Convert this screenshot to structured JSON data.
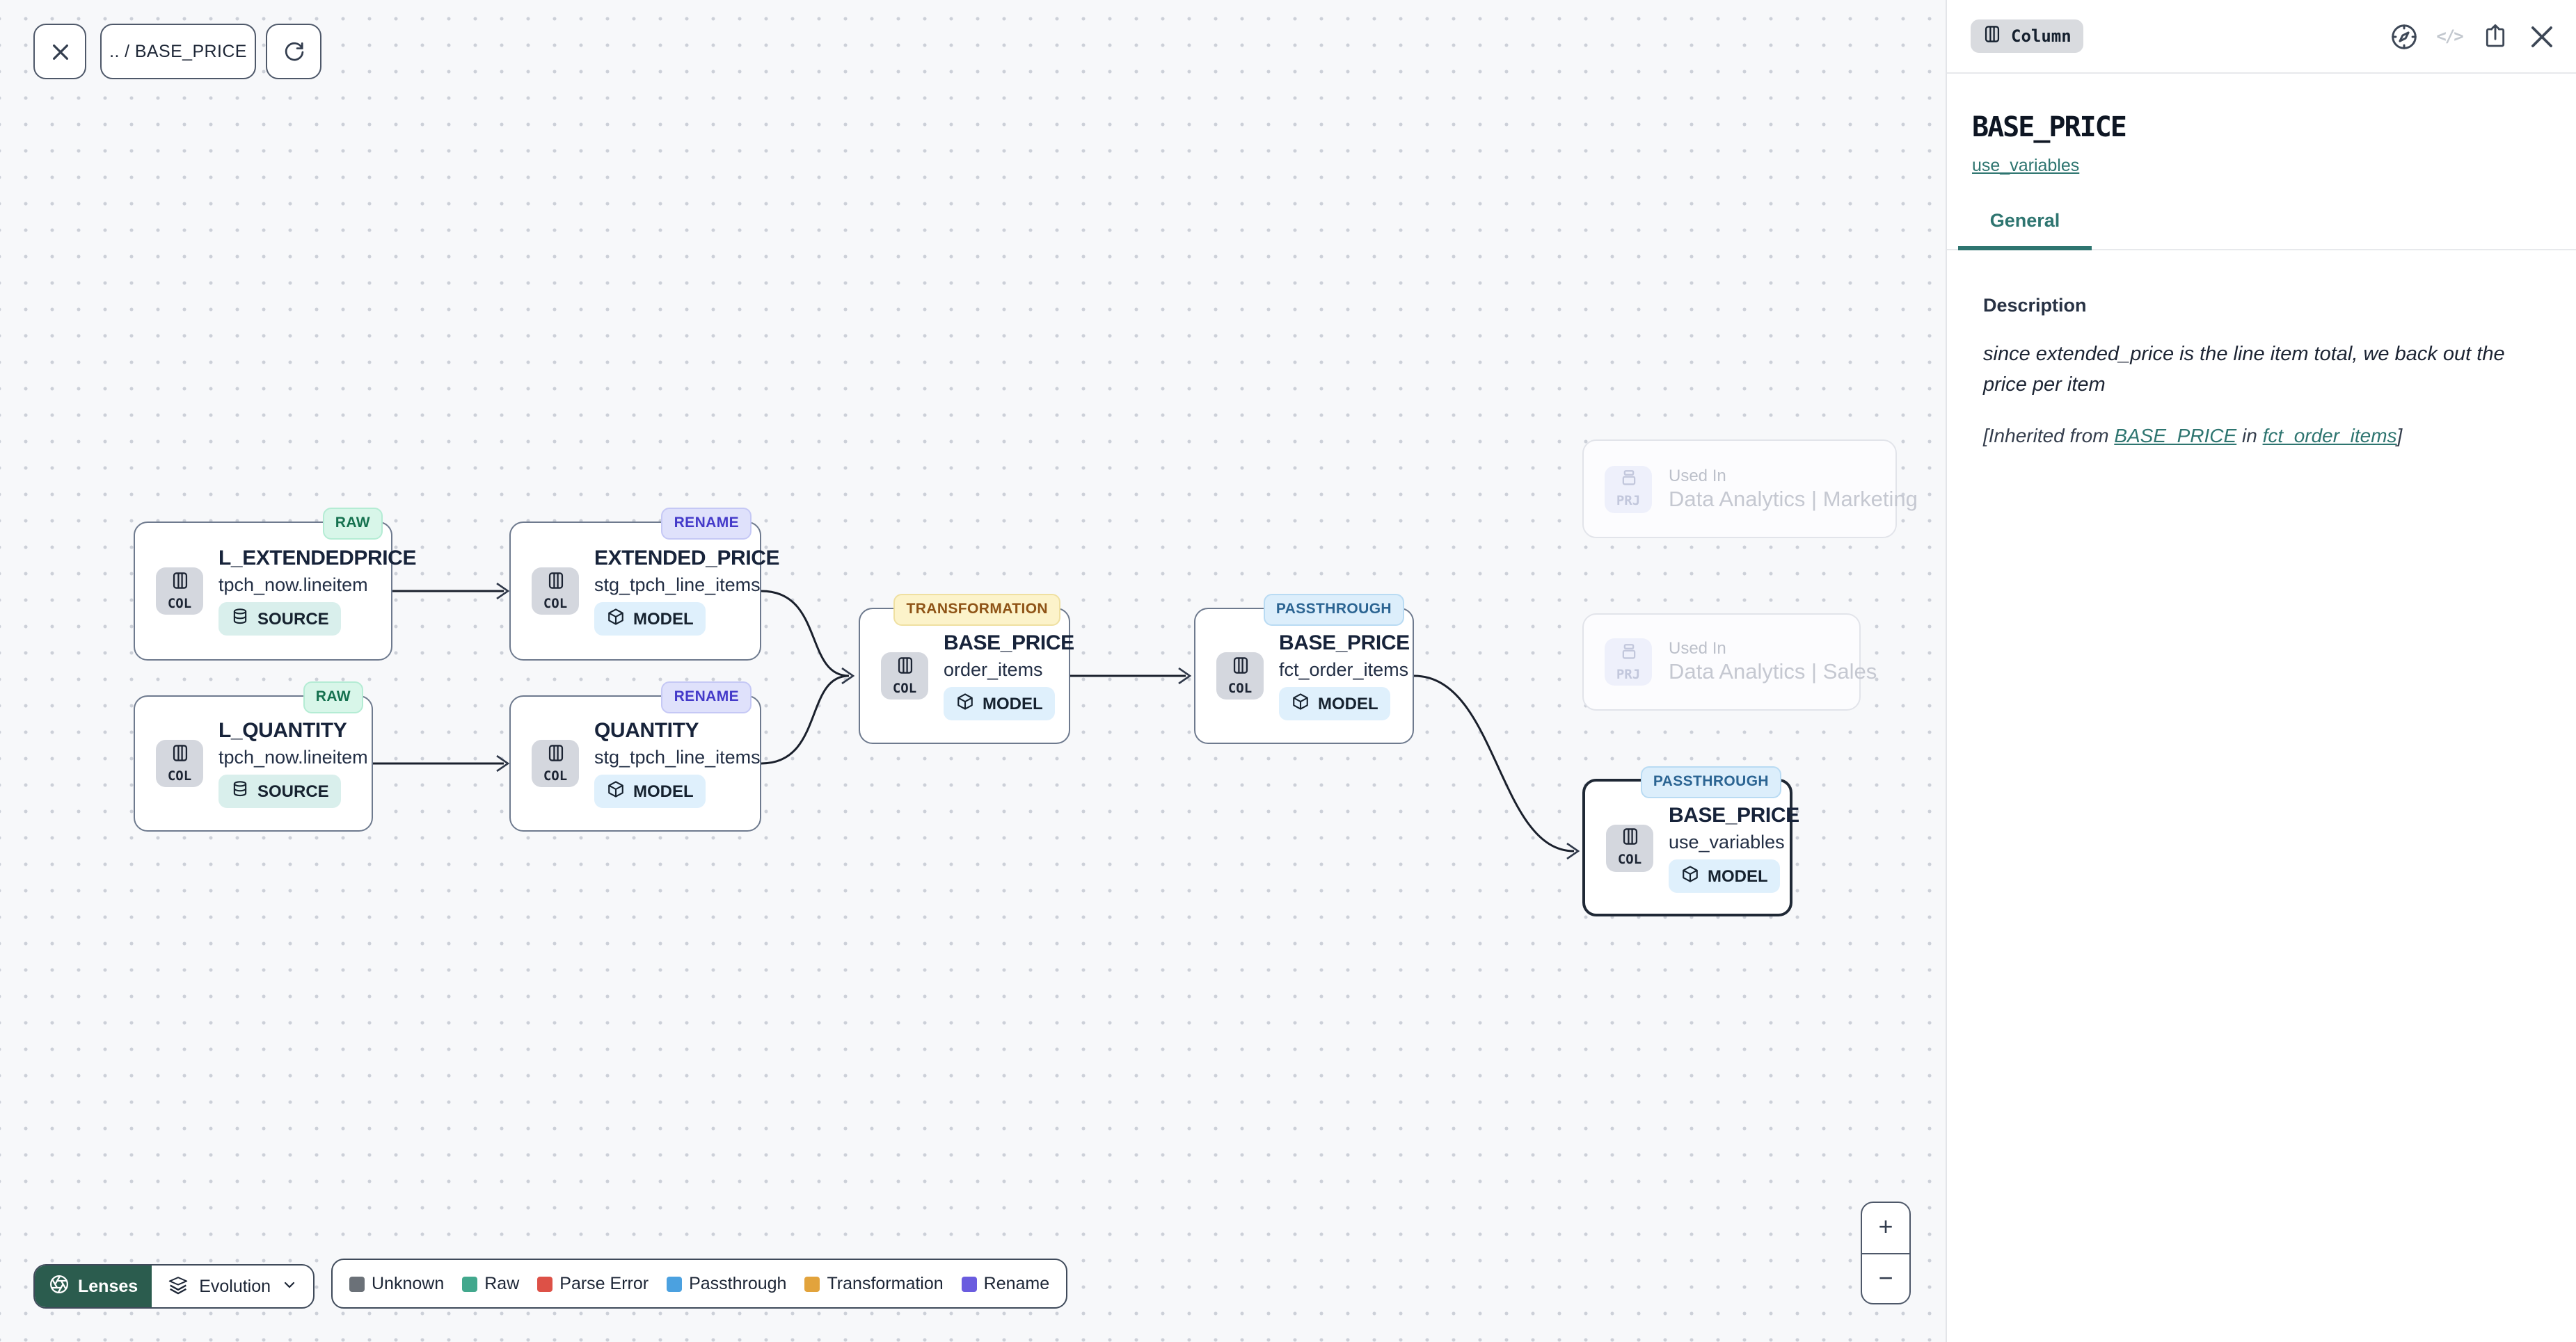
{
  "toolbar": {
    "breadcrumb": ".. / BASE_PRICE"
  },
  "canvas": {
    "col_label": "COL",
    "prj_label": "PRJ",
    "nodes": [
      {
        "badge": "RAW",
        "title": "L_EXTENDEDPRICE",
        "subtitle": "tpch_now.lineitem",
        "kind": "SOURCE"
      },
      {
        "badge": "RAW",
        "title": "L_QUANTITY",
        "subtitle": "tpch_now.lineitem",
        "kind": "SOURCE"
      },
      {
        "badge": "RENAME",
        "title": "EXTENDED_PRICE",
        "subtitle": "stg_tpch_line_items",
        "kind": "MODEL"
      },
      {
        "badge": "RENAME",
        "title": "QUANTITY",
        "subtitle": "stg_tpch_line_items",
        "kind": "MODEL"
      },
      {
        "badge": "TRANSFORMATION",
        "title": "BASE_PRICE",
        "subtitle": "order_items",
        "kind": "MODEL"
      },
      {
        "badge": "PASSTHROUGH",
        "title": "BASE_PRICE",
        "subtitle": "fct_order_items",
        "kind": "MODEL"
      },
      {
        "badge": "PASSTHROUGH",
        "title": "BASE_PRICE",
        "subtitle": "use_variables",
        "kind": "MODEL"
      }
    ],
    "ghost_nodes": [
      {
        "label": "Used In",
        "title": "Data Analytics | Marketing"
      },
      {
        "label": "Used In",
        "title": "Data Analytics | Sales"
      }
    ]
  },
  "lenses": {
    "button_label": "Lenses",
    "mode_label": "Evolution"
  },
  "legend": {
    "items": [
      {
        "label": "Unknown",
        "color": "#6b7178"
      },
      {
        "label": "Raw",
        "color": "#42a88d"
      },
      {
        "label": "Parse Error",
        "color": "#dd5147"
      },
      {
        "label": "Passthrough",
        "color": "#4ba1e0"
      },
      {
        "label": "Transformation",
        "color": "#e2a33c"
      },
      {
        "label": "Rename",
        "color": "#6a5cdf"
      }
    ]
  },
  "zoom_controls": {
    "zoom_in": "+",
    "zoom_out": "−"
  },
  "panel": {
    "type_badge": "Column",
    "title": "BASE_PRICE",
    "model_link": "use_variables",
    "tab": "General",
    "description_label": "Description",
    "description": "since extended_price is the line item total, we back out the price per item",
    "inherited_prefix": "[Inherited from ",
    "inherited_model": "BASE_PRICE",
    "inherited_mid": " in ",
    "inherited_table": "fct_order_items",
    "inherited_suffix": "]"
  },
  "colors": {
    "accent_teal": "#2e7570",
    "lenses_button": "#2b5c4e",
    "badge_raw_bg": "#d8f6e9",
    "badge_rename_bg": "#dfe1fb",
    "badge_transformation_bg": "#fcf3ca",
    "badge_passthrough_bg": "#dceefb"
  }
}
